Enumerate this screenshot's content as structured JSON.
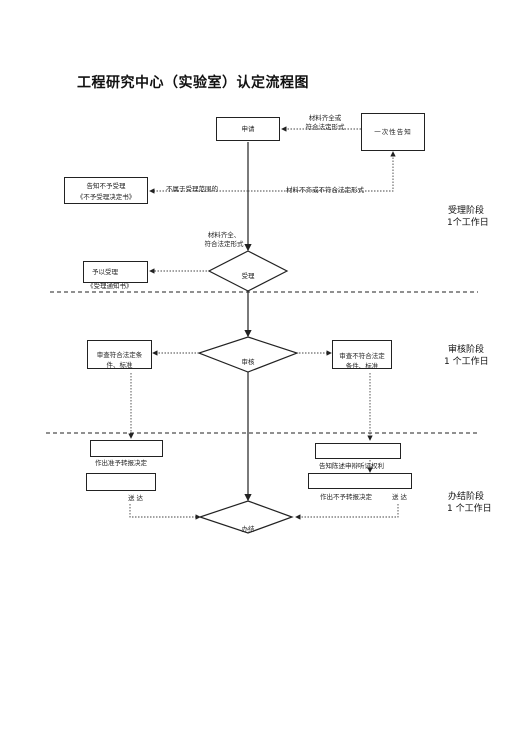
{
  "title": "工程研究中心（实验室）认定流程图",
  "nodes": {
    "apply": "申请",
    "notify_once": "一次性告知",
    "reject_line1": "告知不予受理",
    "reject_line2": "《不予受理决定书》",
    "accept_line1": "予以受理",
    "accept_line2": "《受理通知书》",
    "accept_diamond": "受理",
    "ok_line1": "审查符合法定条",
    "ok_line2": "件、标准",
    "review_diamond": "审核",
    "fail_line1": "审查不符合法定",
    "fail_line2": "条件、标准",
    "report_decision": "作出准予转报决定",
    "right_to_appeal": "告知陈述申辩听证权利",
    "no_report_decision": "作出不予转报决定",
    "deliver_left": "送达",
    "deliver_right": "送达",
    "finish_diamond": "办结"
  },
  "edges": {
    "complete_line1": "材料齐全或",
    "complete_line2": "符合法定形式",
    "out_of_scope": "不属于受理范围的",
    "incomplete": "材料不齐或不符合法定形式",
    "accept_line1": "材料齐全、",
    "accept_line2": "符合法定形式"
  },
  "stages": [
    {
      "name": "受理阶段",
      "duration": "1个工作日"
    },
    {
      "name": "审核阶段",
      "duration": "1 个工作日"
    },
    {
      "name": "办结阶段",
      "duration": "1 个工作日"
    }
  ]
}
